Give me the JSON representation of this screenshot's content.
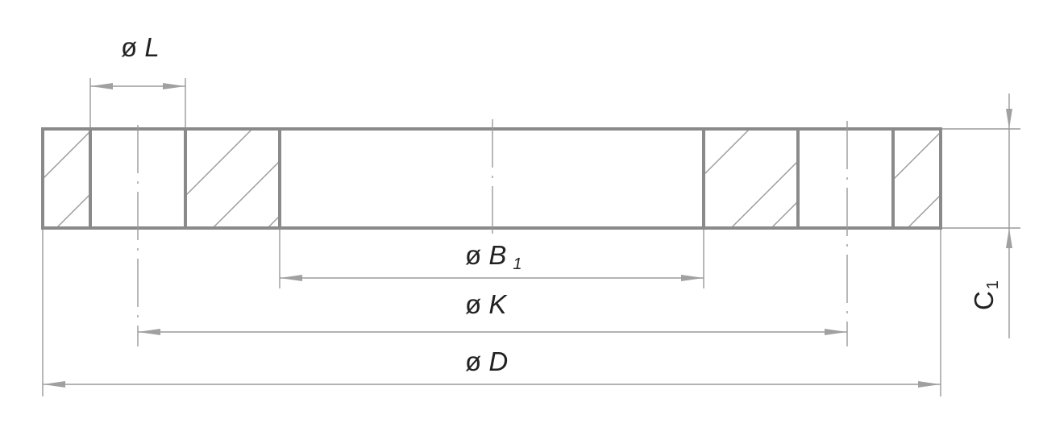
{
  "labels": {
    "phi": "ø",
    "L": "L",
    "B": "B",
    "B_sub": "1",
    "K": "K",
    "D": "D",
    "C": "C",
    "C_sub": "1"
  }
}
